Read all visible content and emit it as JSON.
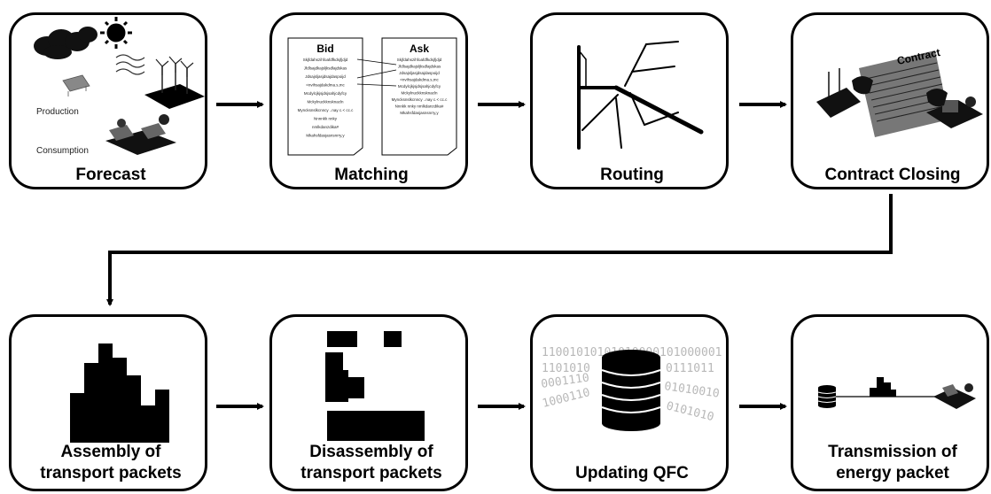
{
  "steps_top": [
    {
      "label": "Forecast"
    },
    {
      "label": "Matching"
    },
    {
      "label": "Routing"
    },
    {
      "label": "Contract Closing"
    }
  ],
  "steps_bottom": [
    {
      "label_line1": "Assembly of",
      "label_line2": "transport packets"
    },
    {
      "label_line1": "Disassembly of",
      "label_line2": "transport packets"
    },
    {
      "label": "Updating QFC"
    },
    {
      "label_line1": "Transmission of",
      "label_line2": "energy packet"
    }
  ],
  "forecast": {
    "production_label": "Production",
    "consumption_label": "Consumption"
  },
  "matching": {
    "bid_title": "Bid",
    "ask_title": "Ask",
    "bid_lines": [
      "Skjfdahszihfoafdfkdsjfjdjd",
      "Jfdlsajdkajsljksdlajdskas",
      "Jdsajsljasjdsajdaspoijd",
      "<nvihsajdakdma.s,mc",
      "Mcdylcjkjsjdsjsahjcdyfcy",
      "Mckylnuckknsknacln",
      "Myncksnslkcnncy ..nay c.< cc.c",
      "Nnnnkk nnky",
      "nmlkdanzdika#",
      "Mkahsfdasjasnsnrry,y"
    ],
    "ask_lines": [
      "Skjfdahszihfoafdfkdsjfjdjd",
      "Jfdlsajdkajsljksdlajdskas",
      "Jdsajsljasjdsajdaspoijd",
      "<nvihsajdakdma.s,mc",
      "Mcdylcjkjsjdsjsahjcdyfcy",
      "Mckylnuckknsknacln",
      "Myncksnslkcnncy ..nay c.< cc.c",
      "Nnnkk nnky nmlkdanzdika#",
      "Mkahsfdasjasnsnrry,y"
    ]
  },
  "contract": {
    "label": "Contract"
  },
  "qfc": {
    "binary_rows": [
      "11001010101010000101000001",
      "1101010",
      "0111011",
      "0001110",
      "01010010",
      "1000110",
      "0101010"
    ]
  }
}
